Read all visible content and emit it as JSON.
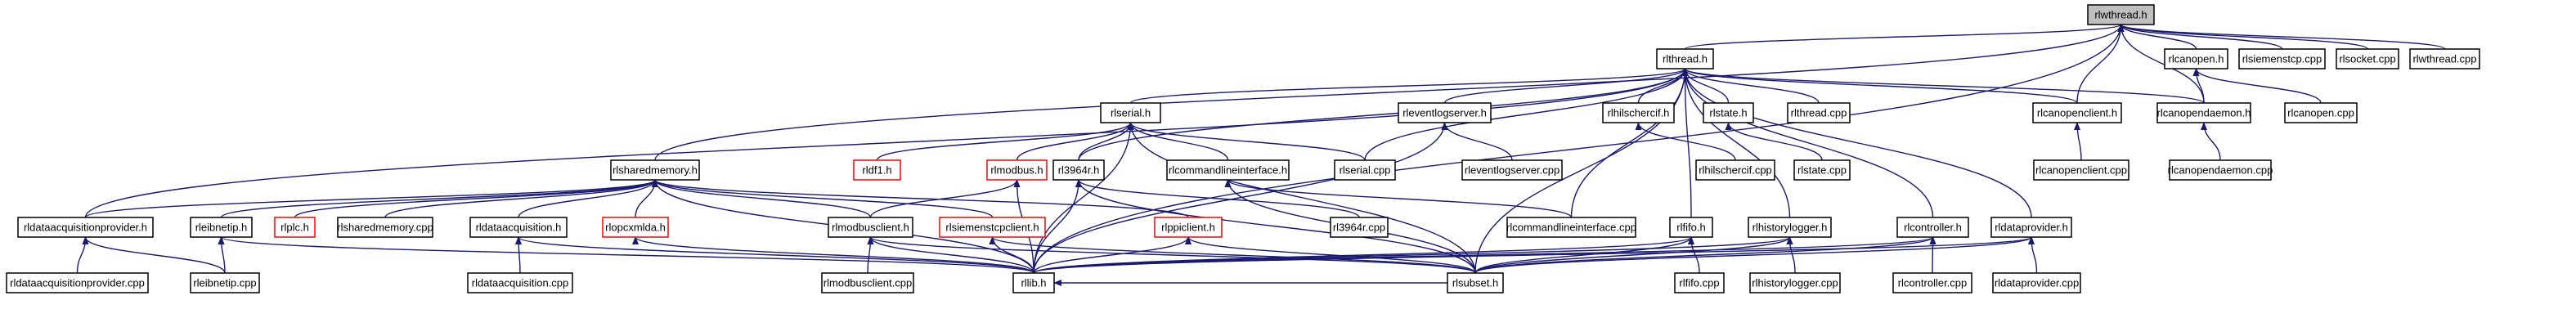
{
  "graph": {
    "nodes": [
      {
        "id": "rlwthread_h",
        "label": "rlwthread.h",
        "style": "focus"
      },
      {
        "id": "rlthread_h",
        "label": "rlthread.h",
        "style": "normal"
      },
      {
        "id": "rlcanopen_h",
        "label": "rlcanopen.h",
        "style": "normal"
      },
      {
        "id": "rlsiemenstcp_cpp",
        "label": "rlsiemenstcp.cpp",
        "style": "normal"
      },
      {
        "id": "rlsocket_cpp",
        "label": "rlsocket.cpp",
        "style": "normal"
      },
      {
        "id": "rlwthread_cpp",
        "label": "rlwthread.cpp",
        "style": "normal"
      },
      {
        "id": "rlserial_h",
        "label": "rlserial.h",
        "style": "normal"
      },
      {
        "id": "rleventlogserver_h",
        "label": "rleventlogserver.h",
        "style": "normal"
      },
      {
        "id": "rlhilschercif_h",
        "label": "rlhilschercif.h",
        "style": "normal"
      },
      {
        "id": "rlstate_h",
        "label": "rlstate.h",
        "style": "normal"
      },
      {
        "id": "rlthread_cpp",
        "label": "rlthread.cpp",
        "style": "normal"
      },
      {
        "id": "rlcanopenclient_h",
        "label": "rlcanopenclient.h",
        "style": "normal"
      },
      {
        "id": "rlcanopendaemon_h",
        "label": "rlcanopendaemon.h",
        "style": "normal"
      },
      {
        "id": "rlcanopen_cpp",
        "label": "rlcanopen.cpp",
        "style": "normal"
      },
      {
        "id": "rlsharedmemory_h",
        "label": "rlsharedmemory.h",
        "style": "normal"
      },
      {
        "id": "rldf1_h",
        "label": "rldf1.h",
        "style": "red"
      },
      {
        "id": "rlmodbus_h",
        "label": "rlmodbus.h",
        "style": "red"
      },
      {
        "id": "rl3964r_h",
        "label": "rl3964r.h",
        "style": "normal"
      },
      {
        "id": "rlcommandlineinterface_h",
        "label": "rlcommandlineinterface.h",
        "style": "normal"
      },
      {
        "id": "rlserial_cpp",
        "label": "rlserial.cpp",
        "style": "normal"
      },
      {
        "id": "rleventlogserver_cpp",
        "label": "rleventlogserver.cpp",
        "style": "normal"
      },
      {
        "id": "rlhilschercif_cpp",
        "label": "rlhilschercif.cpp",
        "style": "normal"
      },
      {
        "id": "rlstate_cpp",
        "label": "rlstate.cpp",
        "style": "normal"
      },
      {
        "id": "rlcanopenclient_cpp",
        "label": "rlcanopenclient.cpp",
        "style": "normal"
      },
      {
        "id": "rlcanopendaemon_cpp",
        "label": "rlcanopendaemon.cpp",
        "style": "normal"
      },
      {
        "id": "rldataacquisitionprovider_h",
        "label": "rldataacquisitionprovider.h",
        "style": "normal"
      },
      {
        "id": "rleibnetip_h",
        "label": "rleibnetip.h",
        "style": "normal"
      },
      {
        "id": "rlplc_h",
        "label": "rlplc.h",
        "style": "red"
      },
      {
        "id": "rlsharedmemory_cpp",
        "label": "rlsharedmemory.cpp",
        "style": "normal"
      },
      {
        "id": "rldataacquisition_h",
        "label": "rldataacquisition.h",
        "style": "normal"
      },
      {
        "id": "rlopcxmlda_h",
        "label": "rlopcxmlda.h",
        "style": "red"
      },
      {
        "id": "rlmodbusclient_h",
        "label": "rlmodbusclient.h",
        "style": "normal"
      },
      {
        "id": "rlsiemenstcpclient_h",
        "label": "rlsiemenstcpclient.h",
        "style": "red"
      },
      {
        "id": "rlppiclient_h",
        "label": "rlppiclient.h",
        "style": "red"
      },
      {
        "id": "rl3964r_cpp",
        "label": "rl3964r.cpp",
        "style": "normal"
      },
      {
        "id": "rlcommandlineinterface_cpp",
        "label": "rlcommandlineinterface.cpp",
        "style": "normal"
      },
      {
        "id": "rlfifo_h",
        "label": "rlfifo.h",
        "style": "normal"
      },
      {
        "id": "rlhistorylogger_h",
        "label": "rlhistorylogger.h",
        "style": "normal"
      },
      {
        "id": "rlcontroller_h",
        "label": "rlcontroller.h",
        "style": "normal"
      },
      {
        "id": "rldataprovider_h",
        "label": "rldataprovider.h",
        "style": "normal"
      },
      {
        "id": "rldataacquisitionprovider_cpp",
        "label": "rldataacquisitionprovider.cpp",
        "style": "normal"
      },
      {
        "id": "rleibnetip_cpp",
        "label": "rleibnetip.cpp",
        "style": "normal"
      },
      {
        "id": "rldataacquisition_cpp",
        "label": "rldataacquisition.cpp",
        "style": "normal"
      },
      {
        "id": "rlmodbusclient_cpp",
        "label": "rlmodbusclient.cpp",
        "style": "normal"
      },
      {
        "id": "rllib_h",
        "label": "rllib.h",
        "style": "normal"
      },
      {
        "id": "rlsubset_h",
        "label": "rlsubset.h",
        "style": "normal"
      },
      {
        "id": "rlfifo_cpp",
        "label": "rlfifo.cpp",
        "style": "normal"
      },
      {
        "id": "rlhistorylogger_cpp",
        "label": "rlhistorylogger.cpp",
        "style": "normal"
      },
      {
        "id": "rlcontroller_cpp",
        "label": "rlcontroller.cpp",
        "style": "normal"
      },
      {
        "id": "rldataprovider_cpp",
        "label": "rldataprovider.cpp",
        "style": "normal"
      }
    ],
    "edges": [
      [
        "rlthread_h",
        "rlwthread_h"
      ],
      [
        "rlcanopen_h",
        "rlwthread_h"
      ],
      [
        "rlsiemenstcp_cpp",
        "rlwthread_h"
      ],
      [
        "rlsocket_cpp",
        "rlwthread_h"
      ],
      [
        "rlwthread_cpp",
        "rlwthread_h"
      ],
      [
        "rlsharedmemory_h",
        "rlwthread_h"
      ],
      [
        "rllib_h",
        "rlwthread_h"
      ],
      [
        "rlcanopenclient_h",
        "rlwthread_h"
      ],
      [
        "rlcanopendaemon_h",
        "rlwthread_h"
      ],
      [
        "rlserial_h",
        "rlthread_h"
      ],
      [
        "rleventlogserver_h",
        "rlthread_h"
      ],
      [
        "rlhilschercif_h",
        "rlthread_h"
      ],
      [
        "rlstate_h",
        "rlthread_h"
      ],
      [
        "rlthread_cpp",
        "rlthread_h"
      ],
      [
        "rlcanopenclient_h",
        "rlthread_h"
      ],
      [
        "rlcanopendaemon_h",
        "rlthread_h"
      ],
      [
        "rl3964r_h",
        "rlthread_h"
      ],
      [
        "rlserial_cpp",
        "rlthread_h"
      ],
      [
        "rlcommandlineinterface_cpp",
        "rlthread_h"
      ],
      [
        "rlfifo_h",
        "rlthread_h"
      ],
      [
        "rlhistorylogger_h",
        "rlthread_h"
      ],
      [
        "rlcontroller_h",
        "rlthread_h"
      ],
      [
        "rldataprovider_h",
        "rlthread_h"
      ],
      [
        "rlsubset_h",
        "rlthread_h"
      ],
      [
        "rldataacquisitionprovider_h",
        "rlthread_h"
      ],
      [
        "rlcanopendaemon_h",
        "rlcanopen_h"
      ],
      [
        "rlcanopen_cpp",
        "rlcanopen_h"
      ],
      [
        "rldf1_h",
        "rlserial_h"
      ],
      [
        "rlmodbus_h",
        "rlserial_h"
      ],
      [
        "rl3964r_h",
        "rlserial_h"
      ],
      [
        "rlcommandlineinterface_h",
        "rlserial_h"
      ],
      [
        "rlserial_cpp",
        "rlserial_h"
      ],
      [
        "rllib_h",
        "rlserial_h"
      ],
      [
        "rlsubset_h",
        "rlserial_h"
      ],
      [
        "rleventlogserver_cpp",
        "rleventlogserver_h"
      ],
      [
        "rllib_h",
        "rleventlogserver_h"
      ],
      [
        "rlhilschercif_cpp",
        "rlhilschercif_h"
      ],
      [
        "rlstate_cpp",
        "rlstate_h"
      ],
      [
        "rlcanopenclient_cpp",
        "rlcanopenclient_h"
      ],
      [
        "rlcanopendaemon_cpp",
        "rlcanopendaemon_h"
      ],
      [
        "rldataacquisitionprovider_h",
        "rlsharedmemory_h"
      ],
      [
        "rleibnetip_h",
        "rlsharedmemory_h"
      ],
      [
        "rlplc_h",
        "rlsharedmemory_h"
      ],
      [
        "rlsharedmemory_cpp",
        "rlsharedmemory_h"
      ],
      [
        "rldataacquisition_h",
        "rlsharedmemory_h"
      ],
      [
        "rlopcxmlda_h",
        "rlsharedmemory_h"
      ],
      [
        "rlmodbusclient_h",
        "rlsharedmemory_h"
      ],
      [
        "rlsiemenstcpclient_h",
        "rlsharedmemory_h"
      ],
      [
        "rlppiclient_h",
        "rlsharedmemory_h"
      ],
      [
        "rllib_h",
        "rlsharedmemory_h"
      ],
      [
        "rlmodbusclient_h",
        "rlmodbus_h"
      ],
      [
        "rllib_h",
        "rlmodbus_h"
      ],
      [
        "rl3964r_cpp",
        "rl3964r_h"
      ],
      [
        "rllib_h",
        "rl3964r_h"
      ],
      [
        "rlsubset_h",
        "rl3964r_h"
      ],
      [
        "rlcommandlineinterface_cpp",
        "rlcommandlineinterface_h"
      ],
      [
        "rlsubset_h",
        "rlcommandlineinterface_h"
      ],
      [
        "rldataacquisitionprovider_cpp",
        "rldataacquisitionprovider_h"
      ],
      [
        "rleibnetip_cpp",
        "rldataacquisitionprovider_h"
      ],
      [
        "rleibnetip_cpp",
        "rleibnetip_h"
      ],
      [
        "rllib_h",
        "rleibnetip_h"
      ],
      [
        "rldataacquisition_cpp",
        "rldataacquisition_h"
      ],
      [
        "rllib_h",
        "rldataacquisition_h"
      ],
      [
        "rllib_h",
        "rlopcxmlda_h"
      ],
      [
        "rlmodbusclient_cpp",
        "rlmodbusclient_h"
      ],
      [
        "rllib_h",
        "rlmodbusclient_h"
      ],
      [
        "rlsubset_h",
        "rlmodbusclient_h"
      ],
      [
        "rllib_h",
        "rlsiemenstcpclient_h"
      ],
      [
        "rlsubset_h",
        "rlsiemenstcpclient_h"
      ],
      [
        "rllib_h",
        "rlppiclient_h"
      ],
      [
        "rlsubset_h",
        "rlppiclient_h"
      ],
      [
        "rllib_h",
        "rlfifo_h"
      ],
      [
        "rlsubset_h",
        "rlfifo_h"
      ],
      [
        "rlfifo_cpp",
        "rlfifo_h"
      ],
      [
        "rllib_h",
        "rlhistorylogger_h"
      ],
      [
        "rlsubset_h",
        "rlhistorylogger_h"
      ],
      [
        "rlhistorylogger_cpp",
        "rlhistorylogger_h"
      ],
      [
        "rllib_h",
        "rlcontroller_h"
      ],
      [
        "rlsubset_h",
        "rlcontroller_h"
      ],
      [
        "rlcontroller_cpp",
        "rlcontroller_h"
      ],
      [
        "rllib_h",
        "rldataprovider_h"
      ],
      [
        "rlsubset_h",
        "rldataprovider_h"
      ],
      [
        "rldataprovider_cpp",
        "rldataprovider_h"
      ],
      [
        "rlsubset_h",
        "rllib_h"
      ]
    ]
  },
  "colors": {
    "edge": "#191970",
    "node_border": "#000000",
    "focus_fill": "#bfbfbf",
    "red_border": "#ff0000"
  }
}
